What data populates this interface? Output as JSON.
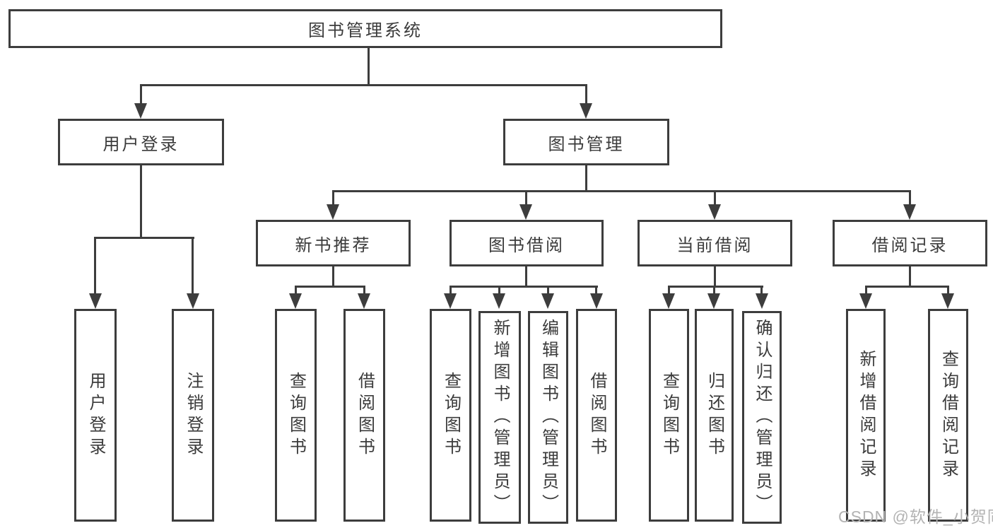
{
  "root": {
    "label": "图书管理系统"
  },
  "branches": {
    "user_login": {
      "label": "用户登录",
      "children": [
        {
          "label": "用户登录"
        },
        {
          "label": "注销登录"
        }
      ]
    },
    "book_mgmt": {
      "label": "图书管理",
      "children": [
        {
          "label": "新书推荐",
          "children": [
            {
              "label": "查询图书"
            },
            {
              "label": "借阅图书"
            }
          ]
        },
        {
          "label": "图书借阅",
          "children": [
            {
              "label": "查询图书"
            },
            {
              "label": "新增图书（管理员）"
            },
            {
              "label": "编辑图书（管理员）"
            },
            {
              "label": "借阅图书"
            }
          ]
        },
        {
          "label": "当前借阅",
          "children": [
            {
              "label": "查询图书"
            },
            {
              "label": "归还图书"
            },
            {
              "label": "确认归还（管理员）"
            }
          ]
        },
        {
          "label": "借阅记录",
          "children": [
            {
              "label": "新增借阅记录"
            },
            {
              "label": "查询借阅记录"
            }
          ]
        }
      ]
    }
  },
  "watermark": {
    "text": "CSDN @软件_小贺同学"
  },
  "colors": {
    "line": "#3d3d3d",
    "text": "#3b3b3b",
    "watermark": "#b3b3b3",
    "background": "#ffffff"
  }
}
